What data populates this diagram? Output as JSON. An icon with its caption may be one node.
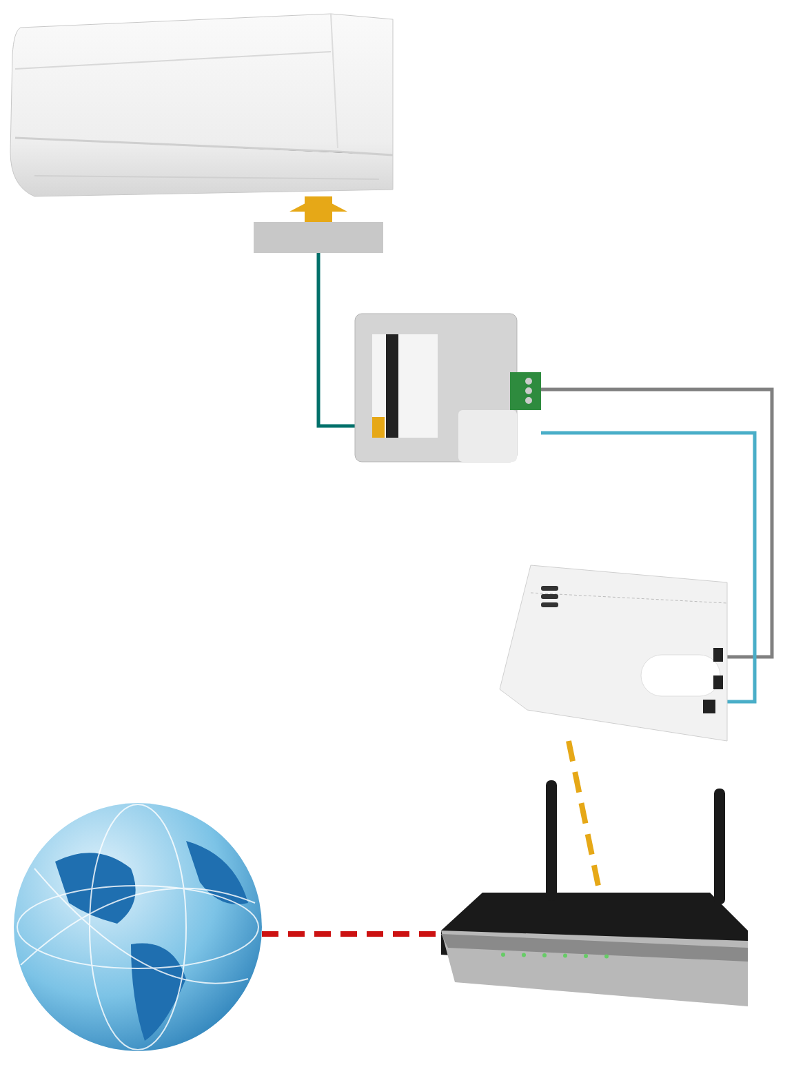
{
  "diagram": {
    "nodes": [
      {
        "text": [],
        "shape": "picture"
      },
      {
        "text": [],
        "shape": "bar"
      },
      {
        "text": [],
        "shape": "picture"
      },
      {
        "text": [],
        "shape": "picture"
      },
      {
        "text": [],
        "shape": "picture"
      },
      {
        "text": [],
        "shape": "picture"
      }
    ],
    "edges": [
      {
        "from": 1,
        "to": 0,
        "arrow": "to",
        "style": "thick",
        "color": "#e6a817"
      },
      {
        "from": 1,
        "to": 2,
        "arrow": "none",
        "color": "#00706a"
      },
      {
        "from": 2,
        "to": 3,
        "arrow": "none",
        "color": "#808080"
      },
      {
        "from": 2,
        "to": 3,
        "arrow": "none",
        "color": "#4aaec8"
      },
      {
        "from": 3,
        "to": 4,
        "arrow": "none",
        "style": "dashed",
        "color": "#e6a817"
      },
      {
        "from": 5,
        "to": 4,
        "arrow": "none",
        "style": "dashed",
        "color": "#cc1111"
      }
    ]
  }
}
